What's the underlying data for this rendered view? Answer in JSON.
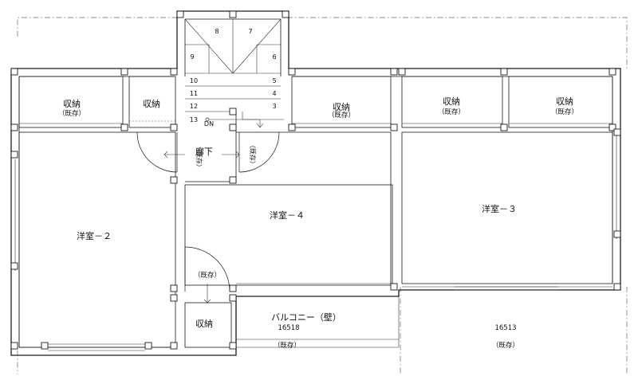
{
  "rooms": {
    "storage": "収納",
    "existing": "（既存）",
    "hall": "廊下",
    "room2": "洋室－２",
    "room3": "洋室－３",
    "room4": "洋室－４",
    "balcony": "バルコニー（壁）"
  },
  "stairs": {
    "steps": [
      "3",
      "4",
      "5",
      "6",
      "7",
      "8",
      "9",
      "10",
      "11",
      "12",
      "13"
    ],
    "direction": "DN"
  },
  "codes": {
    "left": "16518",
    "right": "16513"
  }
}
